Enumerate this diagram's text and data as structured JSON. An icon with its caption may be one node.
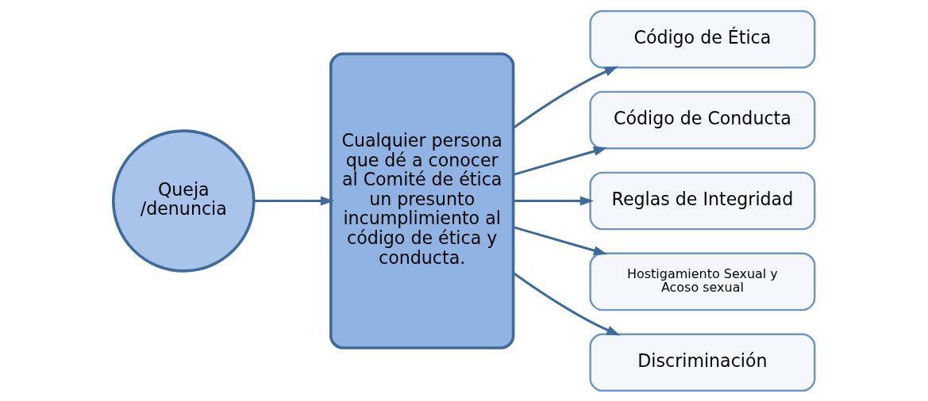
{
  "diagram": {
    "nodes": [
      {
        "text": [
          "Queja /denuncia"
        ]
      },
      {
        "text": [
          "Cualquier persona que dé a conocer al Comité de ética un presunto incumplimiento al código de ética y conducta."
        ]
      },
      {
        "text": [
          "Código de Ética"
        ]
      },
      {
        "text": [
          "Código de Conducta"
        ]
      },
      {
        "text": [
          "Reglas de Integridad"
        ]
      },
      {
        "text": [
          "Hostigamiento Sexual y Acoso sexual"
        ]
      },
      {
        "text": [
          "Discriminación"
        ]
      }
    ],
    "edges": [
      {
        "from": 0,
        "to": 1,
        "arrow": "to"
      },
      {
        "from": 1,
        "to": 2,
        "arrow": "to"
      },
      {
        "from": 1,
        "to": 3,
        "arrow": "to"
      },
      {
        "from": 1,
        "to": 4,
        "arrow": "to"
      },
      {
        "from": 1,
        "to": 5,
        "arrow": "to"
      },
      {
        "from": 1,
        "to": 6,
        "arrow": "to"
      }
    ]
  }
}
